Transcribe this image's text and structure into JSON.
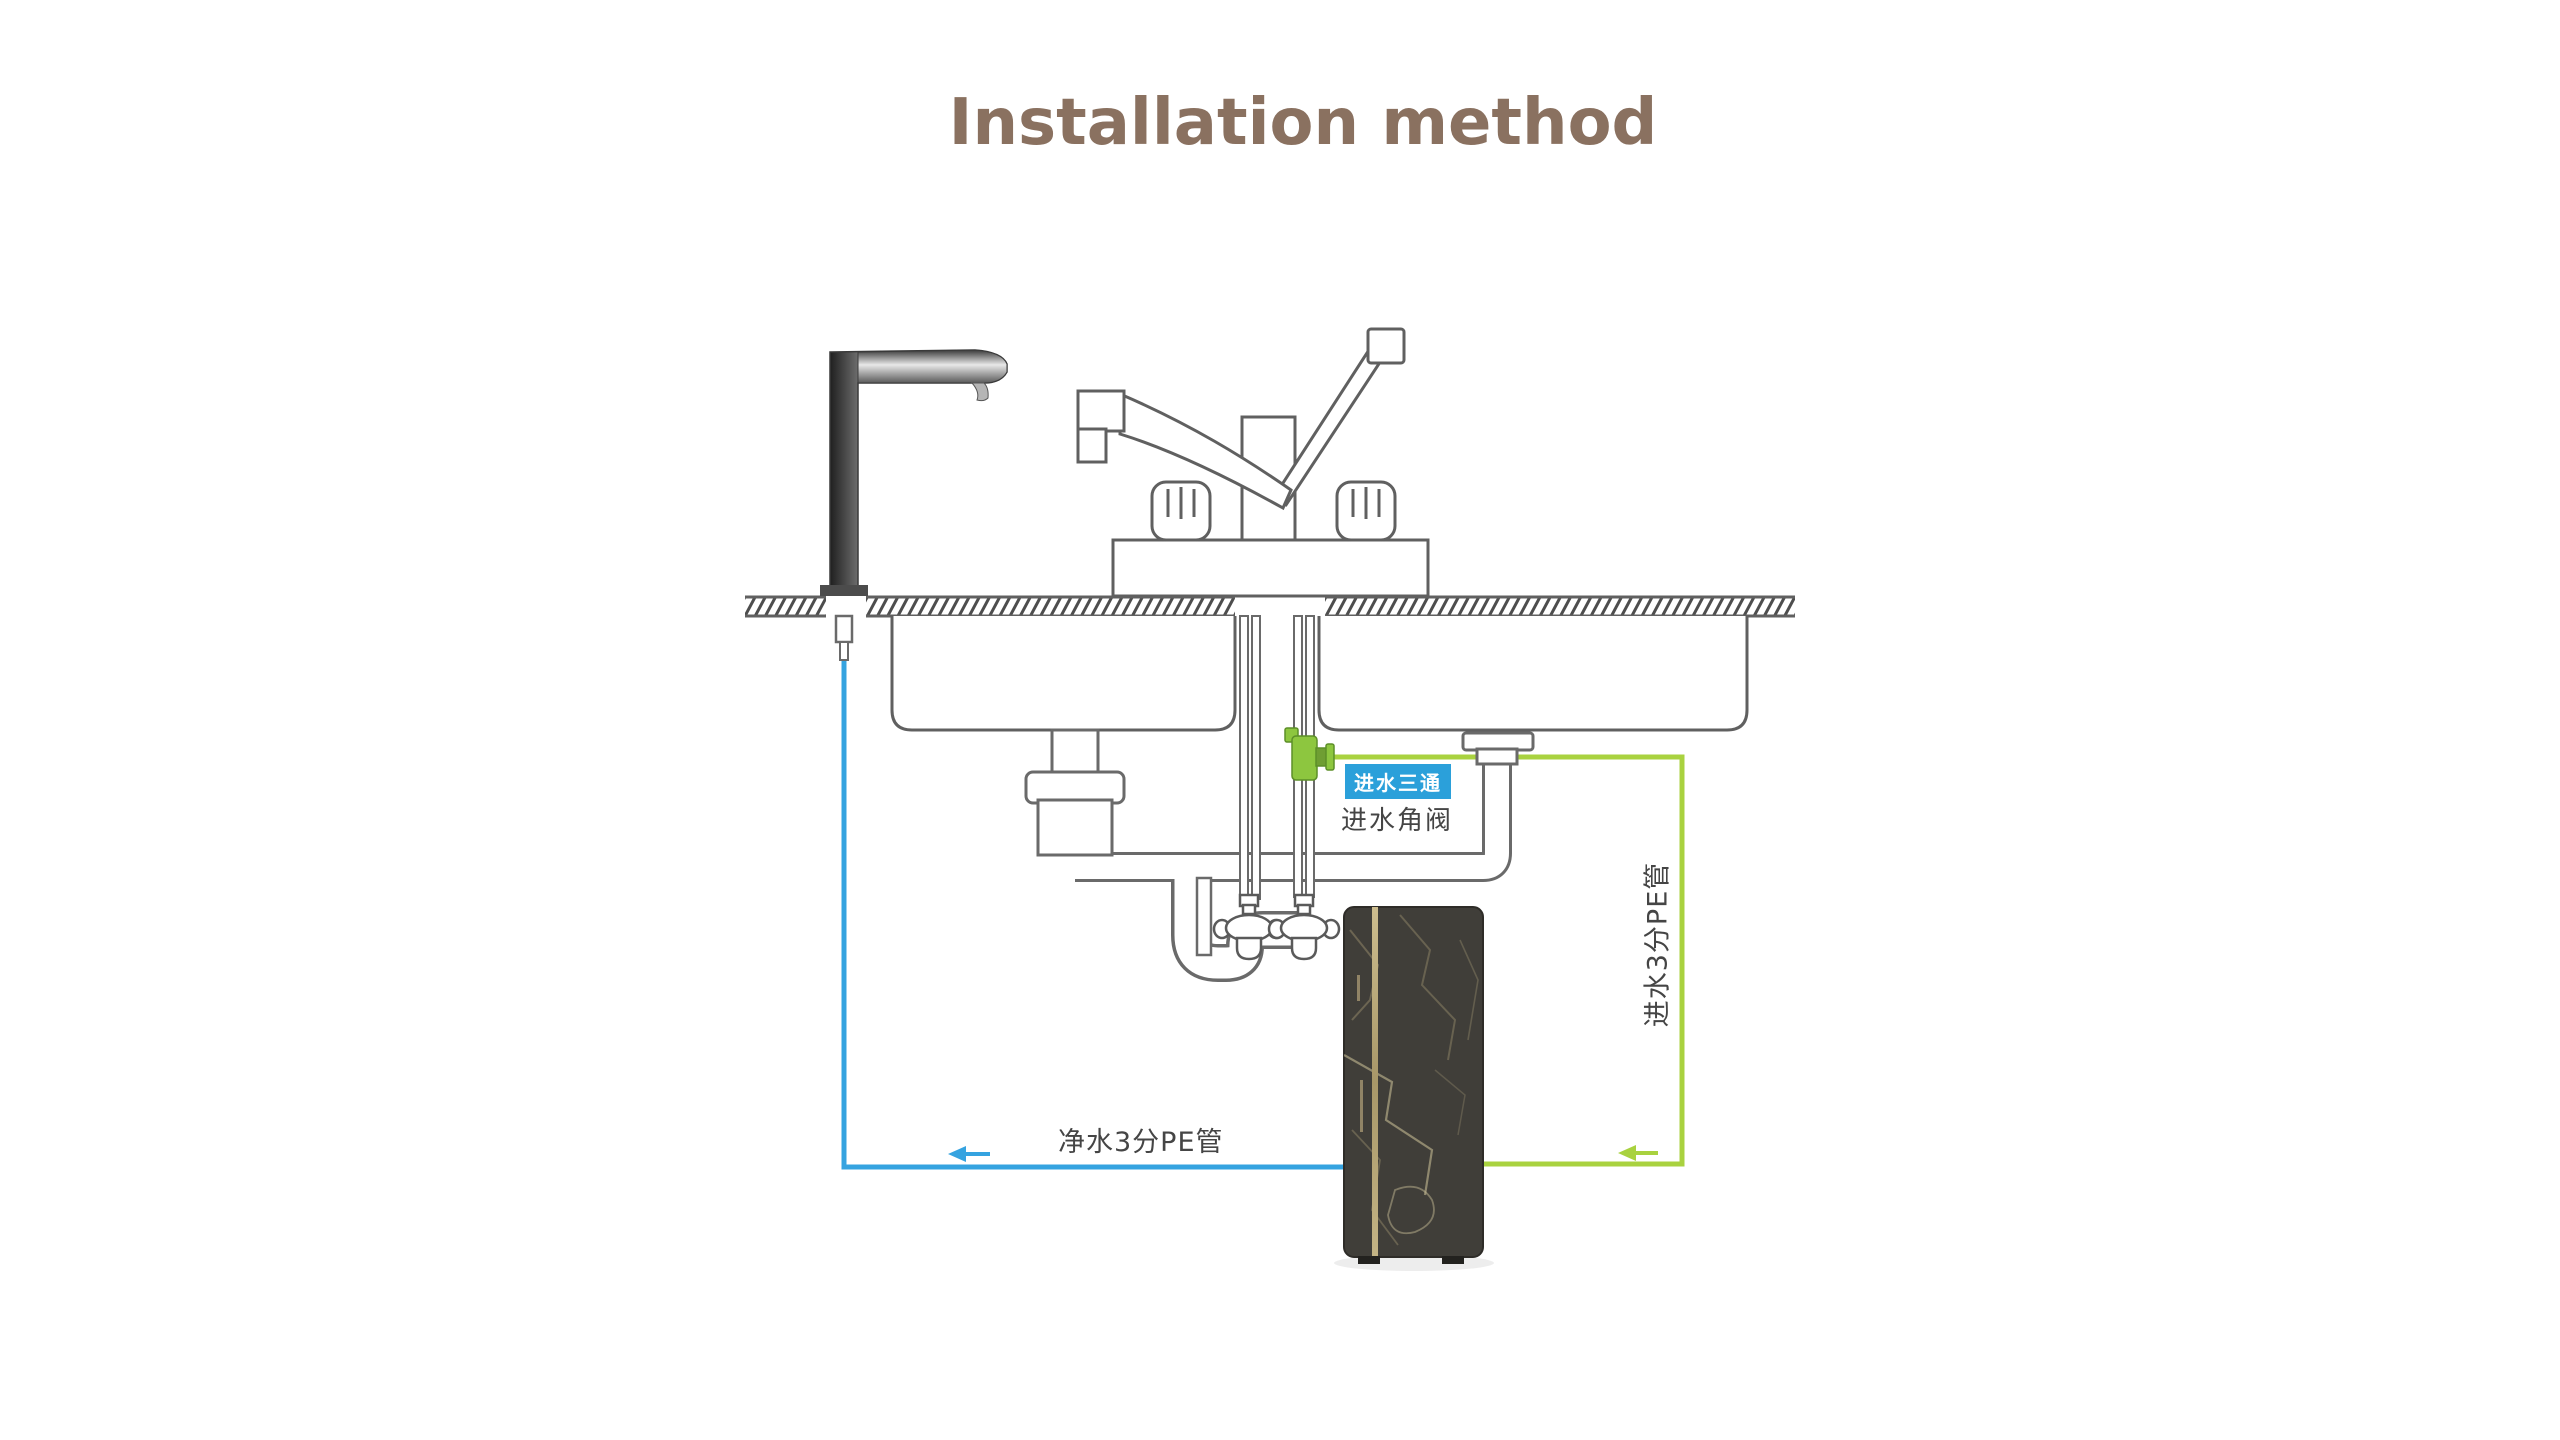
{
  "title": {
    "text": "Installation method"
  },
  "diagram": {
    "labels": {
      "inlet_tee": {
        "text": "进水三通"
      },
      "inlet_angle_valve": {
        "text": "进水角阀"
      },
      "inlet_pipe": {
        "text": "进水3分PE管"
      },
      "purified_pipe": {
        "text": "净水3分PE管"
      }
    },
    "colors": {
      "title_color": "#8a7160",
      "purified_line": "#35a3e0",
      "inlet_line": "#a9d23f",
      "tee_body": "#8dc63f",
      "tee_dark": "#6f9e33",
      "tee_edge": "#5d8f28",
      "outline": "#606060",
      "metal_dark": "#2b2b2b",
      "purifier_body": "#403e39",
      "purifier_stripe": "#b3a379",
      "purifier_vein": "#8f8568",
      "purifier_vein_hi": "#cfc49b",
      "label_bg_blue": "#2ba0da",
      "label_text_white": "#ffffff",
      "label_text_dark": "#454545"
    }
  }
}
